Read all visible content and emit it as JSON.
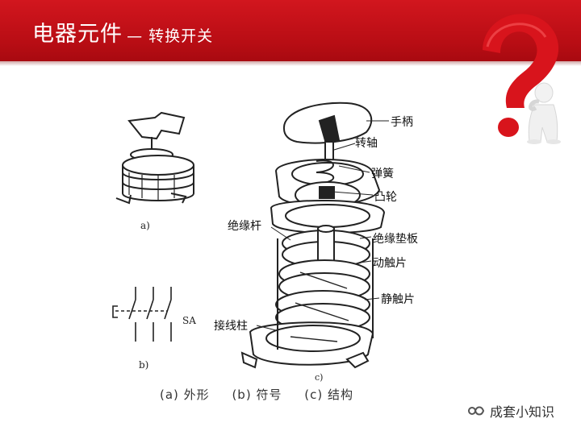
{
  "header": {
    "title_main": "电器元件",
    "title_sub": "— 转换开关",
    "accent_color": "#c8141c"
  },
  "decoration": {
    "icon": "question-mark-figure-icon"
  },
  "figure": {
    "labels": {
      "handle": "手柄",
      "shaft": "转轴",
      "spring": "弹簧",
      "cam": "凸轮",
      "insulating_rod": "绝缘杆",
      "insulating_pad": "绝缘垫板",
      "moving_contact": "动触片",
      "static_contact": "静触片",
      "terminal_post": "接线柱"
    },
    "sublabel_a": "a)",
    "sublabel_b": "b)",
    "sublabel_c": "c)",
    "symbol_code": "SA"
  },
  "caption": {
    "a": "(a) 外形",
    "b": "(b) 符号",
    "c": "(c) 结构"
  },
  "watermark": {
    "text": "成套小知识",
    "icon": "wechat-channel-icon"
  }
}
